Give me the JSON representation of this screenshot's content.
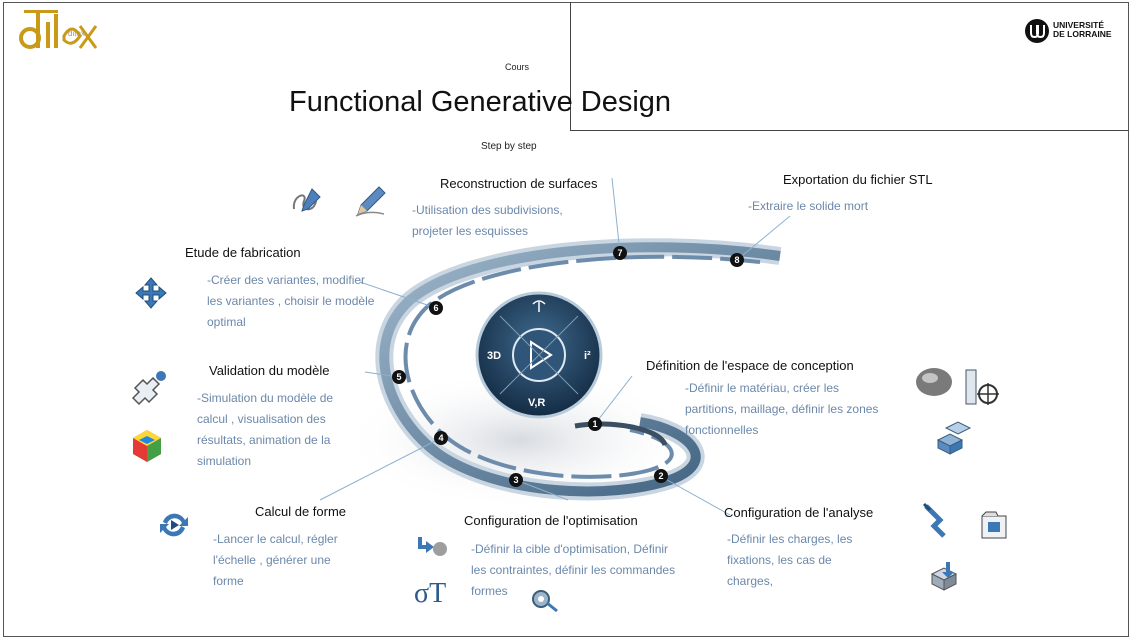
{
  "logo_left_text": "ditex",
  "logo_right": {
    "line1": "UNIVERSITÉ",
    "line2": "DE LORRAINE"
  },
  "course_label": "Cours",
  "title": "Functional Generative Design",
  "subtitle": "Step by step",
  "dial": {
    "left": "3D",
    "right": "i²",
    "bottom": "V,R"
  },
  "steps": [
    {
      "num": "1",
      "title": "Définition de l'espace de conception",
      "desc1": "-Définir le matériau, créer les",
      "desc2": "partitions, maillage, définir les zones",
      "desc3": "fonctionnelles"
    },
    {
      "num": "2",
      "title": "Configuration de l'analyse",
      "desc1": "-Définir les charges, les",
      "desc2": "fixations, les cas de",
      "desc3": "charges,"
    },
    {
      "num": "3",
      "title": "Configuration de l'optimisation",
      "desc1": "-Définir la cible d'optimisation, Définir",
      "desc2": "les contraintes, définir les commandes",
      "desc3": "formes"
    },
    {
      "num": "4",
      "title": "Calcul de forme",
      "desc1": "-Lancer le calcul, régler",
      "desc2": "l'échelle , générer une",
      "desc3": "forme"
    },
    {
      "num": "5",
      "title": "Validation du modèle",
      "desc1": "-Simulation du modèle de",
      "desc2": "calcul , visualisation des",
      "desc3": "résultats, animation de la",
      "desc4": "simulation"
    },
    {
      "num": "6",
      "title": "Etude de fabrication",
      "desc1": "-Créer des variantes, modifier",
      "desc2": "les variantes , choisir le modèle",
      "desc3": "optimal"
    },
    {
      "num": "7",
      "title": "Reconstruction de surfaces",
      "desc1": "-Utilisation des subdivisions,",
      "desc2": "projeter les esquisses"
    },
    {
      "num": "8",
      "title": "Exportation du fichier STL",
      "desc1": "-Extraire le solide mort"
    }
  ],
  "sigma_symbol": "σT",
  "icons": [
    "curve-pen-icon",
    "pencil-icon",
    "move-arrows-icon",
    "part-check-icon",
    "colored-part-icon",
    "refresh-compute-icon",
    "optim-target-icon",
    "sigma-icon",
    "gear-wrench-icon",
    "sphere-part-icon",
    "measure-icon",
    "stack-blocks-icon",
    "clamp-icon",
    "load-case-icon",
    "export-icon"
  ]
}
